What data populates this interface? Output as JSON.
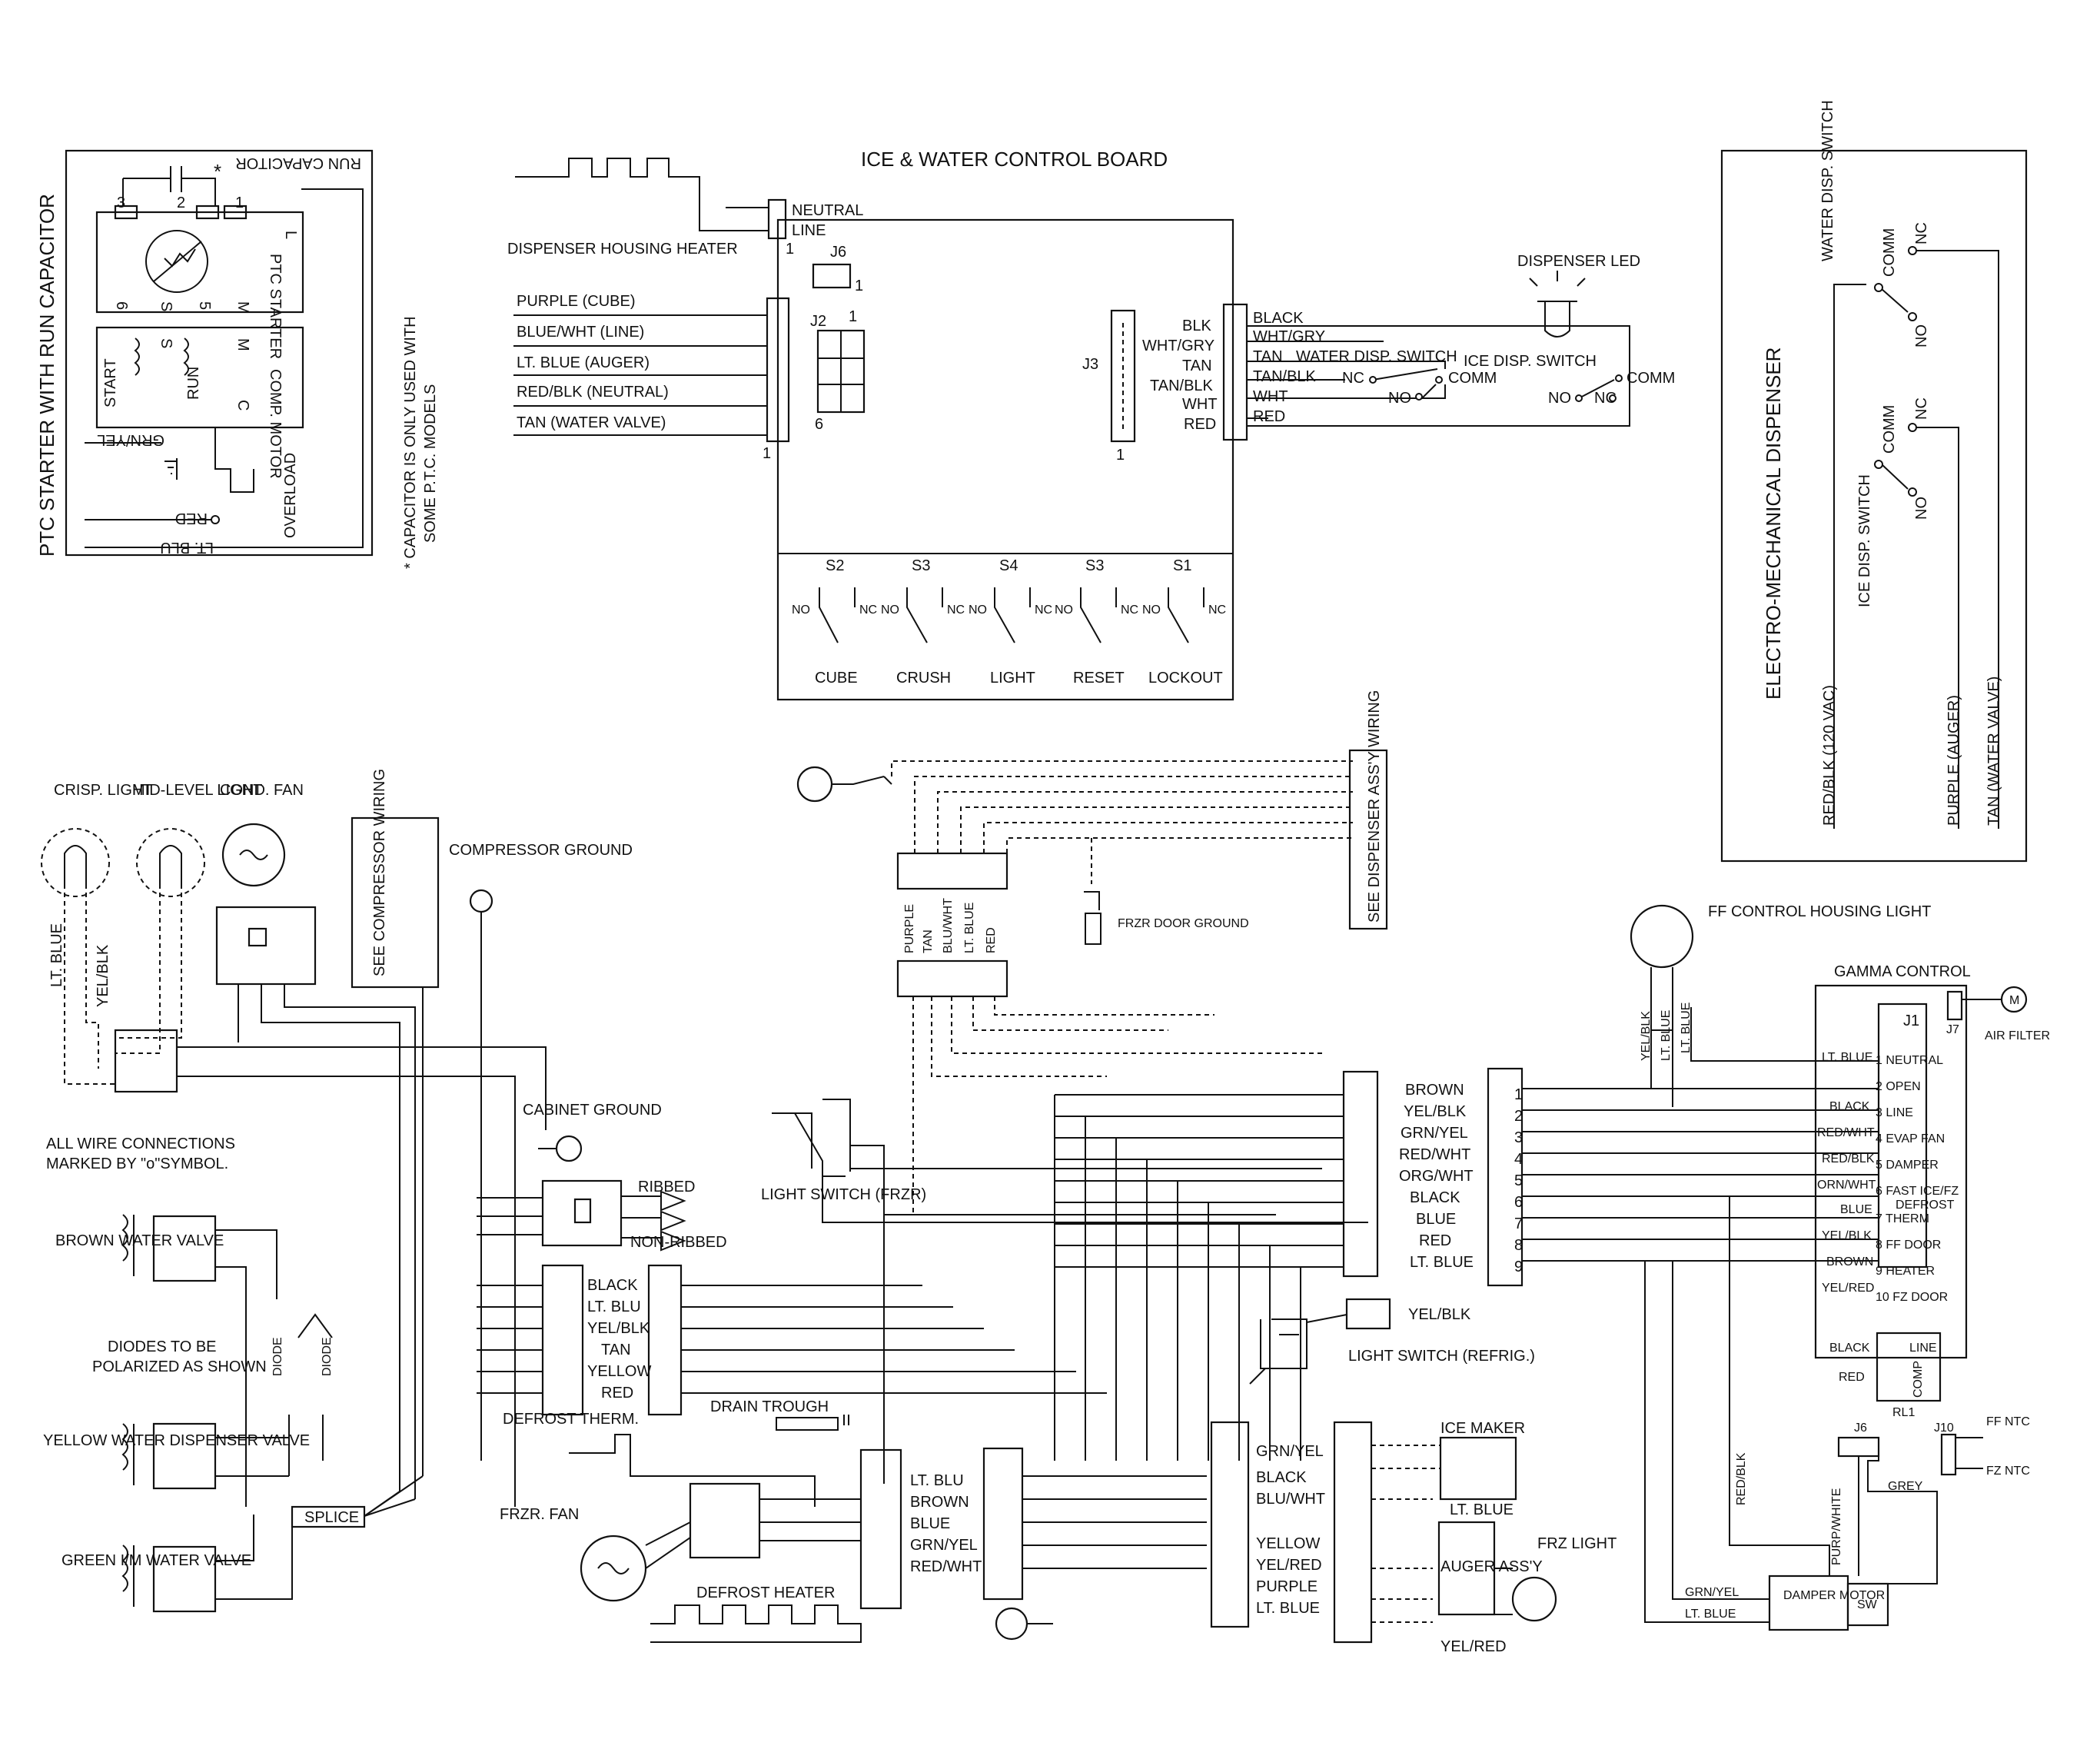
{
  "ptc": {
    "title": "PTC STARTER WITH RUN CAPACITOR",
    "run_capacitor": "RUN CAPACITOR",
    "asterisk": "*",
    "ptc_starter": "PTC STARTER",
    "comp_motor": "COMP. MOTOR",
    "start": "START",
    "run": "RUN",
    "overload": "OVERLOAD",
    "pin_l": "L",
    "pin_s": "S",
    "pin_m": "M",
    "pin_c": "C",
    "n1": "1",
    "n2": "2",
    "n3": "3",
    "n5": "5",
    "n6": "6",
    "grn_yel": "GRN/YEL",
    "red": "RED",
    "lt_blu": "LT. BLU",
    "note_line1": "* CAPACITOR IS ONLY USED WITH",
    "note_line2": "SOME P.T.C. MODELS"
  },
  "board": {
    "title": "ICE & WATER CONTROL BOARD",
    "housing_heater": "DISPENSER HOUSING HEATER",
    "neutral": "NEUTRAL",
    "line": "LINE",
    "one": "1",
    "j6": "J6",
    "j2": "J2",
    "j3": "J3",
    "six": "6",
    "inputs": [
      "PURPLE (CUBE)",
      "BLUE/WHT (LINE)",
      "LT. BLUE (AUGER)",
      "RED/BLK (NEUTRAL)",
      "TAN (WATER VALVE)"
    ],
    "j3_pins": [
      "BLK",
      "WHT/GRY",
      "TAN",
      "TAN/BLK",
      "WHT",
      "RED"
    ],
    "outputs": [
      "BLACK",
      "WHT/GRY",
      "TAN",
      "TAN/BLK",
      "WHT",
      "RED"
    ],
    "water_disp_switch": "WATER DISP. SWITCH",
    "ice_disp_switch": "ICE DISP. SWITCH",
    "nc": "NC",
    "no": "NO",
    "comm": "COMM",
    "dispenser_led": "DISPENSER LED",
    "switches": [
      {
        "id": "S2",
        "name": "CUBE"
      },
      {
        "id": "S3",
        "name": "CRUSH"
      },
      {
        "id": "S4",
        "name": "LIGHT"
      },
      {
        "id": "S3",
        "name": "RESET"
      },
      {
        "id": "S1",
        "name": "LOCKOUT"
      }
    ]
  },
  "electro": {
    "title": "ELECTRO-MECHANICAL DISPENSER",
    "water_disp_switch": "WATER DISP. SWITCH",
    "ice_disp_switch": "ICE DISP. SWITCH",
    "comm": "COMM",
    "nc": "NC",
    "no": "NO",
    "red_blk": "RED/BLK (120 VAC)",
    "purple": "PURPLE (AUGER)",
    "tan": "TAN (WATER VALVE)"
  },
  "lower": {
    "crisp_light": "CRISP. LIGHT",
    "mid_level_light": "MID-LEVEL LIGHT",
    "cond_fan": "COND. FAN",
    "see_compressor": "SEE COMPRESSOR WIRING",
    "compressor_ground": "COMPRESSOR GROUND",
    "lt_blue": "LT. BLUE",
    "yel_blk": "YEL/BLK",
    "cabinet_ground": "CABINET GROUND",
    "all_wire_1": "ALL WIRE CONNECTIONS",
    "all_wire_2": "MARKED BY \"o\"SYMBOL.",
    "ribbed": "RIBBED",
    "non_ribbed": "NON-RIBBED",
    "brown_valve": "BROWN WATER VALVE",
    "diodes_note_1": "DIODES TO BE",
    "diodes_note_2": "POLARIZED AS SHOWN",
    "diode": "DIODE",
    "yellow_valve": "YELLOW WATER DISPENSER VALVE",
    "green_valve": "GREEN I/M WATER VALVE",
    "splice": "SPLICE",
    "connector_wires": [
      "BLACK",
      "LT. BLU",
      "YEL/BLK",
      "TAN",
      "YELLOW",
      "RED"
    ],
    "light_switch_frzr": "LIGHT SWITCH (FRZR)",
    "drain_trough": "DRAIN TROUGH",
    "defrost_therm": "DEFROST THERM.",
    "frzr_fan": "FRZR. FAN",
    "defrost_heater": "DEFROST HEATER",
    "fan_wires": [
      "LT. BLU",
      "BROWN",
      "BLUE",
      "GRN/YEL",
      "RED/WHT"
    ],
    "dispenser_wires": [
      "PURPLE",
      "TAN",
      "BLU/WHT",
      "LT. BLUE",
      "RED"
    ],
    "see_dispenser": "SEE DISPENSER ASS'Y WIRING",
    "frzr_door_ground": "FRZR DOOR GROUND",
    "center_wires": [
      "BROWN",
      "YEL/BLK",
      "GRN/YEL",
      "RED/WHT",
      "ORG/WHT",
      "BLACK",
      "BLUE",
      "RED",
      "LT. BLUE"
    ],
    "yel_blk_right": "YEL/BLK",
    "light_switch_refrig": "LIGHT SWITCH (REFRIG.)",
    "bottom_wires": [
      "GRN/YEL",
      "BLACK",
      "BLU/WHT",
      "YELLOW",
      "YEL/RED",
      "PURPLE",
      "LT. BLUE"
    ],
    "ice_maker": "ICE MAKER",
    "lt_blue_im": "LT. BLUE",
    "auger": "AUGER ASS'Y",
    "frz_light": "FRZ LIGHT",
    "yel_red": "YEL/RED"
  },
  "gamma": {
    "ff_housing_light": "FF CONTROL HOUSING LIGHT",
    "wires_top": [
      "YEL/BLK",
      "LT. BLUE",
      "LT. BLUE"
    ],
    "title": "GAMMA CONTROL",
    "j1": "J1",
    "j7": "J7",
    "j6": "J6",
    "j10": "J10",
    "rl1": "RL1",
    "motor": "M",
    "air_filter": "AIR FILTER",
    "pin_numbers": [
      "1",
      "2",
      "3",
      "4",
      "5",
      "6",
      "7",
      "8",
      "9"
    ],
    "left_wires": [
      "LT. BLUE",
      "",
      "BLACK",
      "RED/WHT",
      "RED/BLK",
      "ORN/WHT",
      "BLUE",
      "YEL/BLK",
      "BROWN",
      "YEL/RED"
    ],
    "pins": [
      "1 NEUTRAL",
      "2 OPEN",
      "3 LINE",
      "4 EVAP FAN",
      "5 DAMPER",
      "6 FAST ICE/FZ",
      "DEFROST",
      "7 THERM",
      "8 FF DOOR",
      "9 HEATER",
      "10 FZ DOOR"
    ],
    "relay_wires": [
      "BLACK",
      "RED"
    ],
    "relay_pins": [
      "LINE",
      "COMP"
    ],
    "ff_ntc": "FF NTC",
    "fz_ntc": "FZ NTC",
    "grey": "GREY",
    "red_blk": "RED/BLK",
    "purp_white": "PURP/WHITE",
    "grn_yel": "GRN/YEL",
    "lt_blue": "LT. BLUE",
    "damper_motor": "DAMPER MOTOR",
    "sw": "SW"
  }
}
